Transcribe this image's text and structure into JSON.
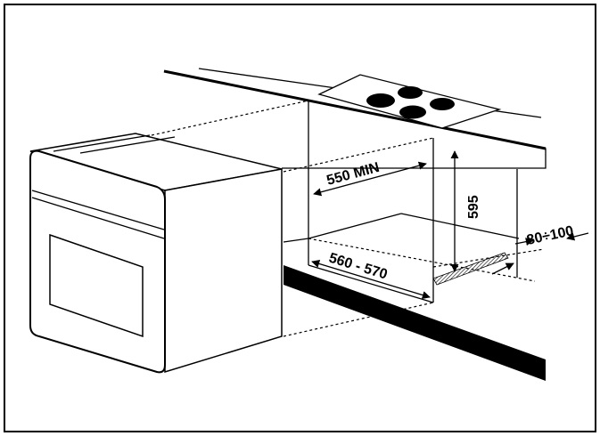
{
  "diagram": {
    "labels": {
      "cavity_depth_min": "550 MIN",
      "cavity_height": "595",
      "cavity_width": "560 - 570",
      "ventilation_gap": "80÷100"
    }
  },
  "colors": {
    "stroke": "#000000",
    "background": "#ffffff",
    "fill_dark": "#000000"
  }
}
